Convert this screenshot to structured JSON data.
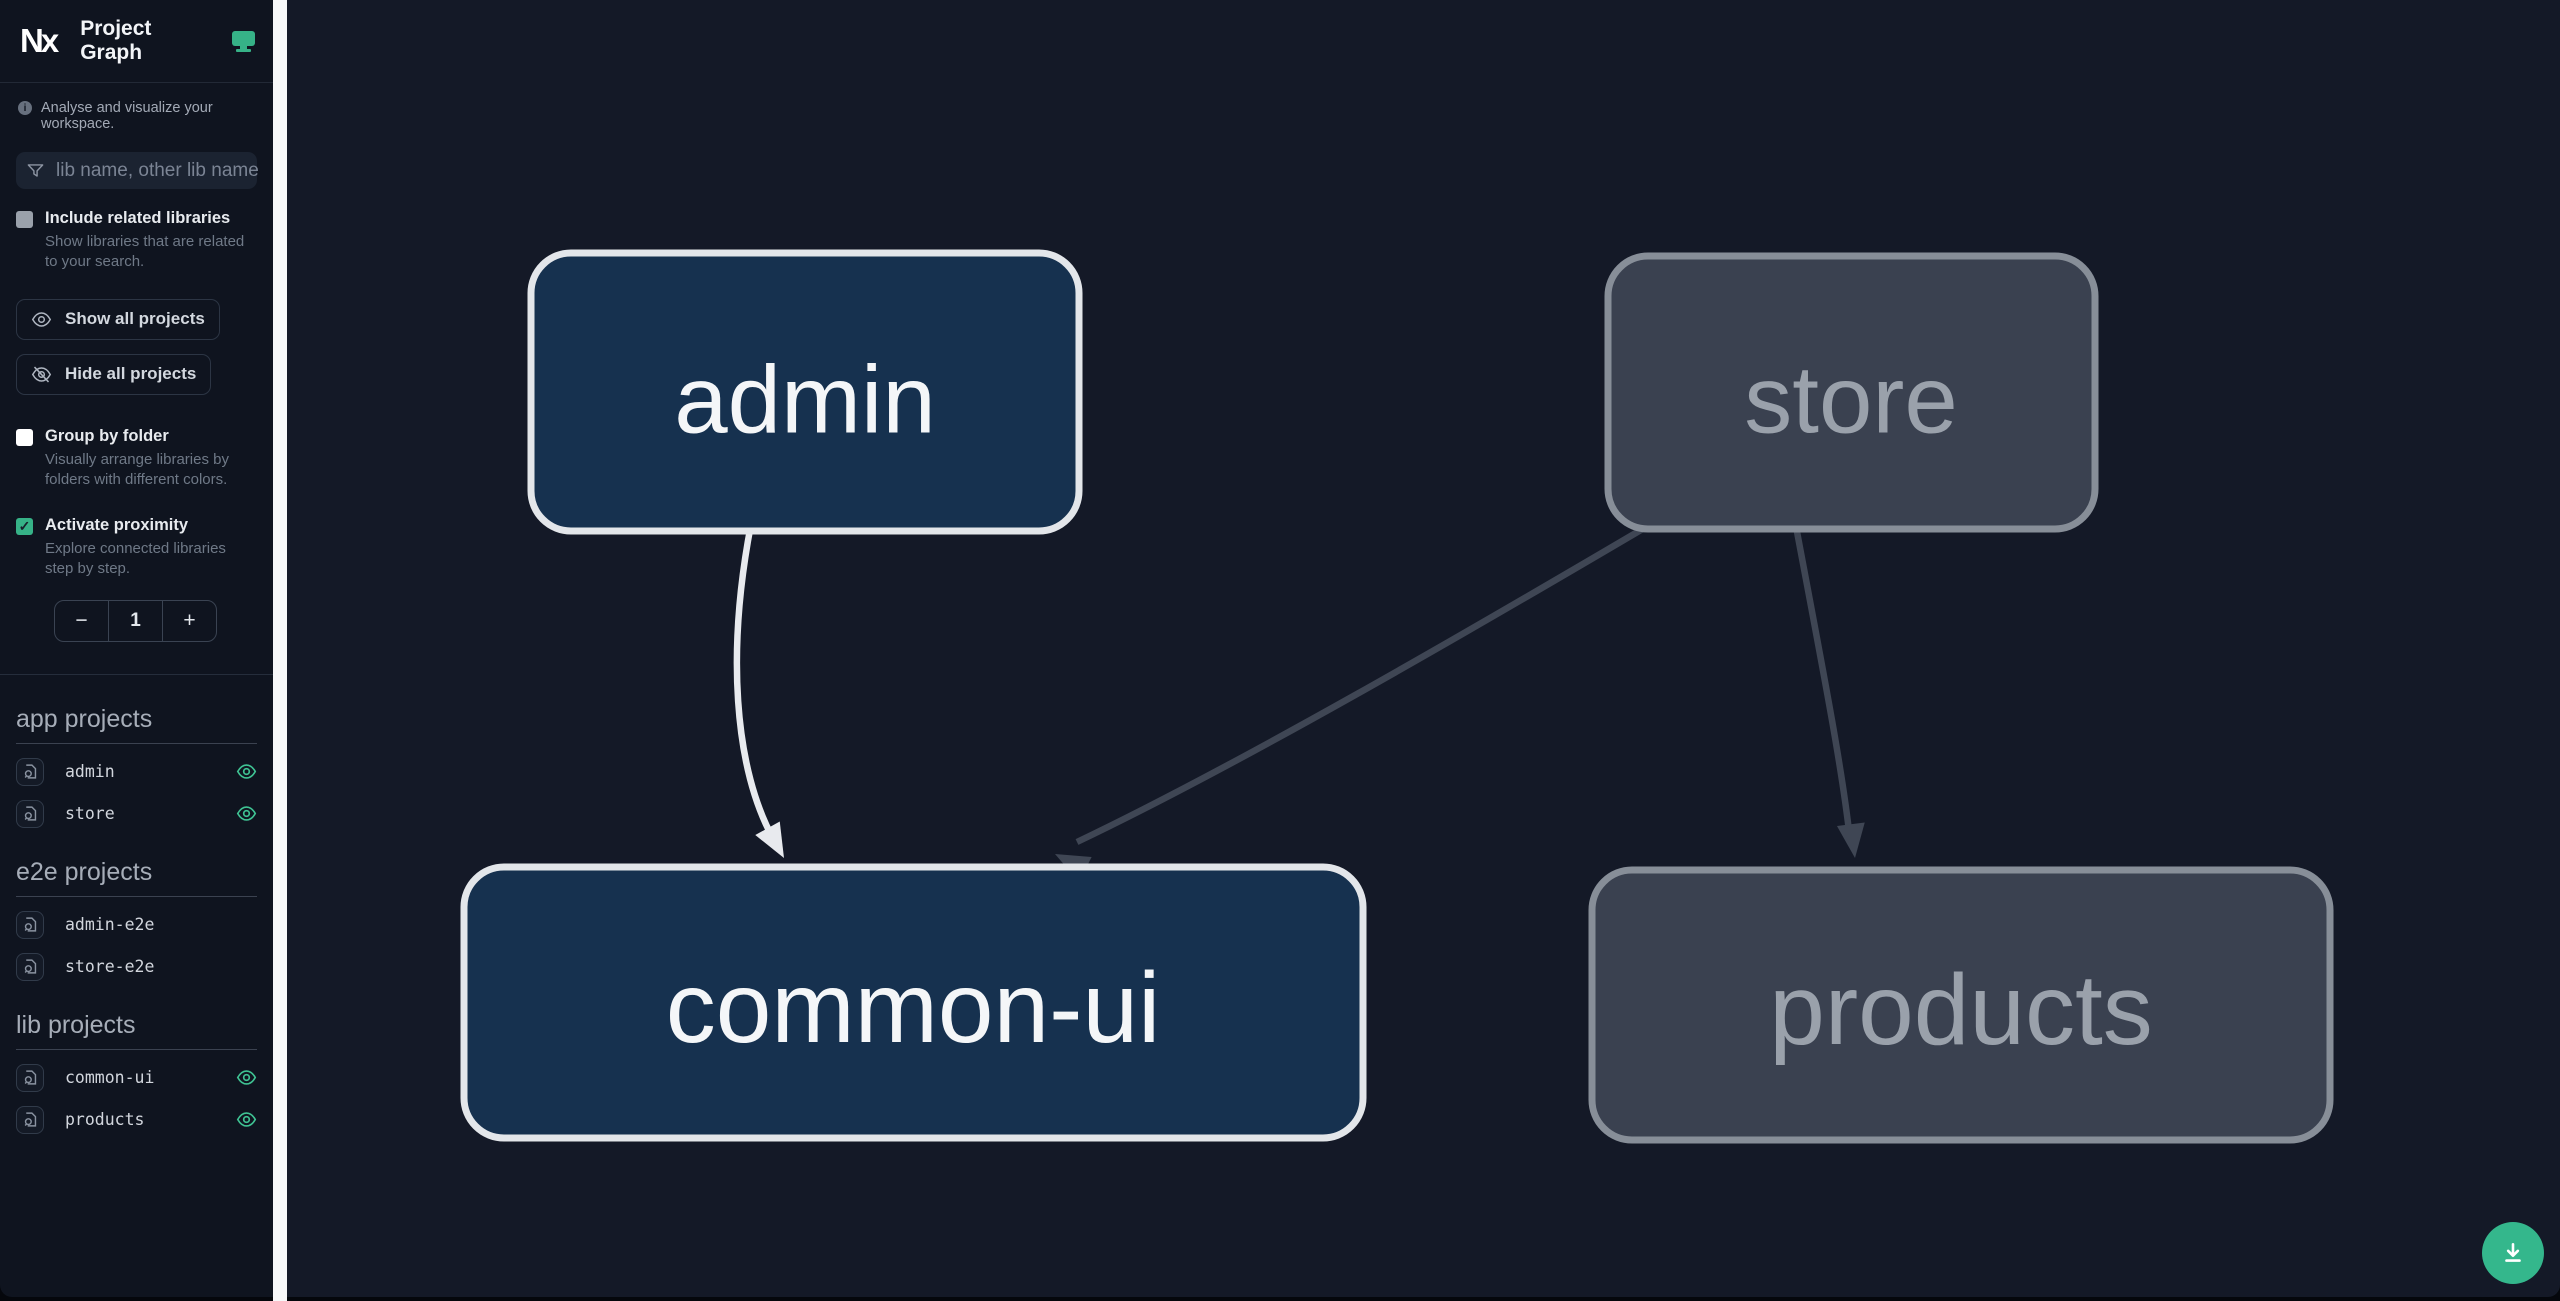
{
  "header": {
    "logo": "Nx",
    "title": "Project Graph",
    "theme_icon": "monitor-icon"
  },
  "sidebar": {
    "tagline": "Analyse and visualize your workspace.",
    "filter": {
      "placeholder": "lib name, other lib name"
    },
    "checkboxes": [
      {
        "id": "include-related",
        "label": "Include related libraries",
        "description": "Show libraries that are related to your search.",
        "checked": false
      },
      {
        "id": "group-by-folder",
        "label": "Group by folder",
        "description": "Visually arrange libraries by folders with different colors.",
        "checked": false
      },
      {
        "id": "activate-proximity",
        "label": "Activate proximity",
        "description": "Explore connected libraries step by step.",
        "checked": true
      }
    ],
    "check_glyph": "✓",
    "buttons": {
      "show_all": "Show all projects",
      "hide_all": "Hide all projects"
    },
    "proximity_stepper": {
      "decrement": "−",
      "value": "1",
      "increment": "+"
    },
    "sections": [
      {
        "title": "app projects",
        "items": [
          {
            "name": "admin",
            "visible": true
          },
          {
            "name": "store",
            "visible": true
          }
        ]
      },
      {
        "title": "e2e projects",
        "items": [
          {
            "name": "admin-e2e",
            "visible": false
          },
          {
            "name": "store-e2e",
            "visible": false
          }
        ]
      },
      {
        "title": "lib projects",
        "items": [
          {
            "name": "common-ui",
            "visible": true
          },
          {
            "name": "products",
            "visible": true
          }
        ]
      }
    ]
  },
  "graph": {
    "nodes": [
      {
        "id": "admin",
        "label": "admin",
        "type": "app",
        "focused": true
      },
      {
        "id": "store",
        "label": "store",
        "type": "app",
        "focused": false
      },
      {
        "id": "common-ui",
        "label": "common-ui",
        "type": "lib",
        "focused": true
      },
      {
        "id": "products",
        "label": "products",
        "type": "lib",
        "focused": false
      }
    ],
    "edges": [
      {
        "source": "admin",
        "target": "common-ui",
        "highlighted": true
      },
      {
        "source": "store",
        "target": "common-ui",
        "highlighted": false
      },
      {
        "source": "store",
        "target": "products",
        "highlighted": false
      }
    ]
  },
  "fab": {
    "icon": "download"
  },
  "colors": {
    "accent_green": "#36b287",
    "eye_green": "#3fc393",
    "focused_node_fill": "#16314f",
    "focused_node_border": "#e3e6ea",
    "node_fill": "#3a4150",
    "node_border": "#878e98",
    "node_text_dim": "#9aa1ab",
    "edge_light": "#e8eaee",
    "edge_dim": "#3f4654",
    "canvas_bg": "#141927",
    "sidebar_bg": "#0f141f",
    "divider_light": "#f7f8f9"
  }
}
